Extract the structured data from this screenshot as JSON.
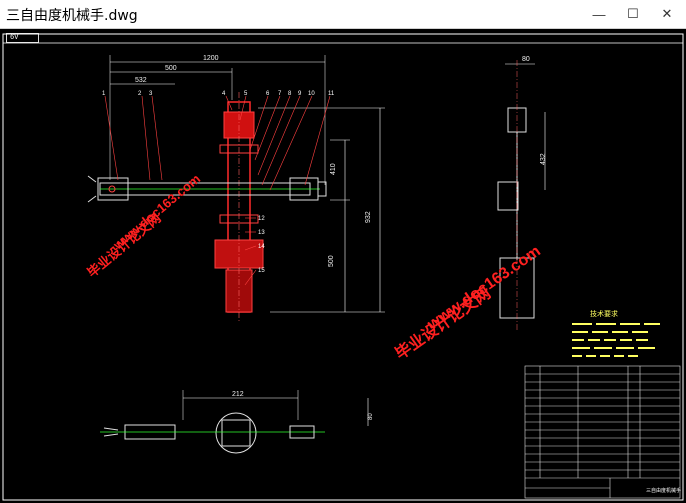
{
  "window": {
    "title": "三自由度机械手.dwg"
  },
  "viewport": {
    "tag": "6V"
  },
  "dimensions": {
    "total_width": "1200",
    "arm_length": "500",
    "inner_width": "532",
    "tower_upper": "410",
    "tower_lower": "500",
    "total_height": "932",
    "base_width": "212",
    "side_top": "80",
    "side_height": "432",
    "plan_height": "80"
  },
  "part_labels": [
    "1",
    "2",
    "3",
    "4",
    "5",
    "6",
    "7",
    "8",
    "9",
    "10",
    "11",
    "12",
    "13",
    "14",
    "15"
  ],
  "watermarks": [
    {
      "text": "www.doc163.com"
    },
    {
      "text": "毕业设计论文网"
    },
    {
      "text": "www.doc163.com"
    },
    {
      "text": "毕业设计论文网"
    }
  ],
  "notes": {
    "title": "技术要求"
  },
  "title_block": {
    "name": "三自由度机械手"
  }
}
